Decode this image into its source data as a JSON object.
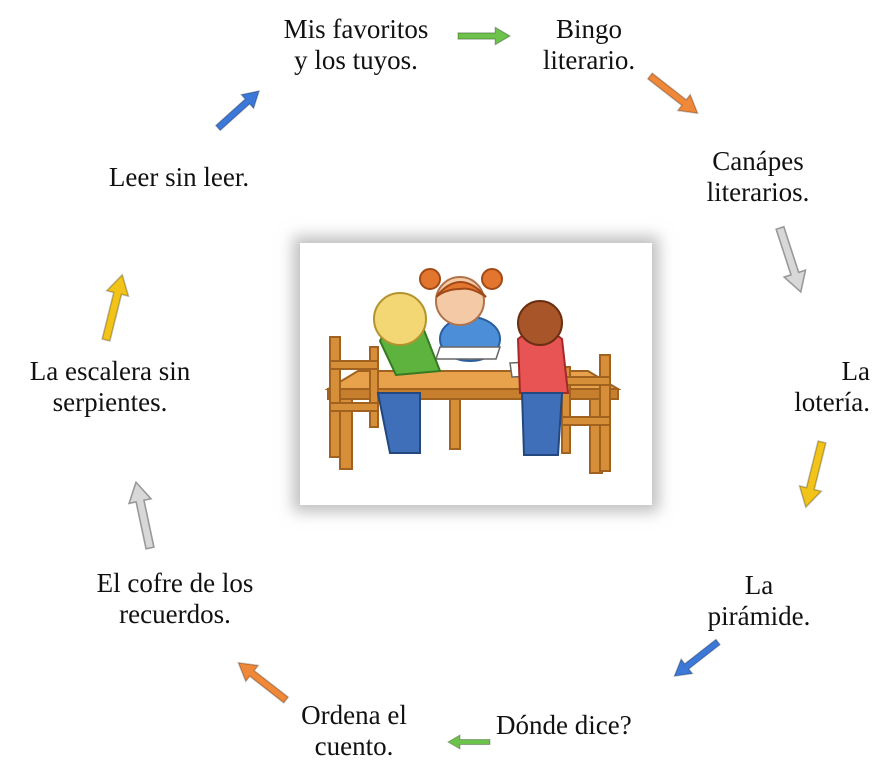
{
  "cycle_steps": [
    {
      "line1": "Mis favoritos",
      "line2": "y los tuyos."
    },
    {
      "line1": "Bingo",
      "line2": "literario."
    },
    {
      "line1": "Canápes",
      "line2": "literarios."
    },
    {
      "line1": "La",
      "line2": "lotería."
    },
    {
      "line1": "La",
      "line2": "pirámide."
    },
    {
      "line1": "Dónde dice?",
      "line2": ""
    },
    {
      "line1": "Ordena el",
      "line2": "cuento."
    },
    {
      "line1": "El cofre de los",
      "line2": "recuerdos."
    },
    {
      "line1": "La escalera sin",
      "line2": "serpientes."
    },
    {
      "line1": "Leer sin leer.",
      "line2": ""
    }
  ],
  "arrows": [
    {
      "from": "Mis favoritos y los tuyos.",
      "to": "Bingo literario.",
      "color": "#6CC24A"
    },
    {
      "from": "Bingo literario.",
      "to": "Canápes literarios.",
      "color": "#F0883A"
    },
    {
      "from": "Canápes literarios.",
      "to": "La lotería.",
      "color": "#D8D8D8"
    },
    {
      "from": "La lotería.",
      "to": "La pirámide.",
      "color": "#F2C318"
    },
    {
      "from": "La pirámide.",
      "to": "Dónde dice?",
      "color": "#3C78D8"
    },
    {
      "from": "Dónde dice?",
      "to": "Ordena el cuento.",
      "color": "#6CC24A"
    },
    {
      "from": "Ordena el cuento.",
      "to": "El cofre de los recuerdos.",
      "color": "#F0883A"
    },
    {
      "from": "El cofre de los recuerdos.",
      "to": "La escalera sin serpientes.",
      "color": "#D8D8D8"
    },
    {
      "from": "La escalera sin serpientes.",
      "to": "Leer sin leer.",
      "color": "#F2C318"
    },
    {
      "from": "Leer sin leer.",
      "to": "Mis favoritos y los tuyos.",
      "color": "#3C78D8"
    }
  ],
  "center_image": {
    "icon": "children-reading-at-table-illustration"
  }
}
